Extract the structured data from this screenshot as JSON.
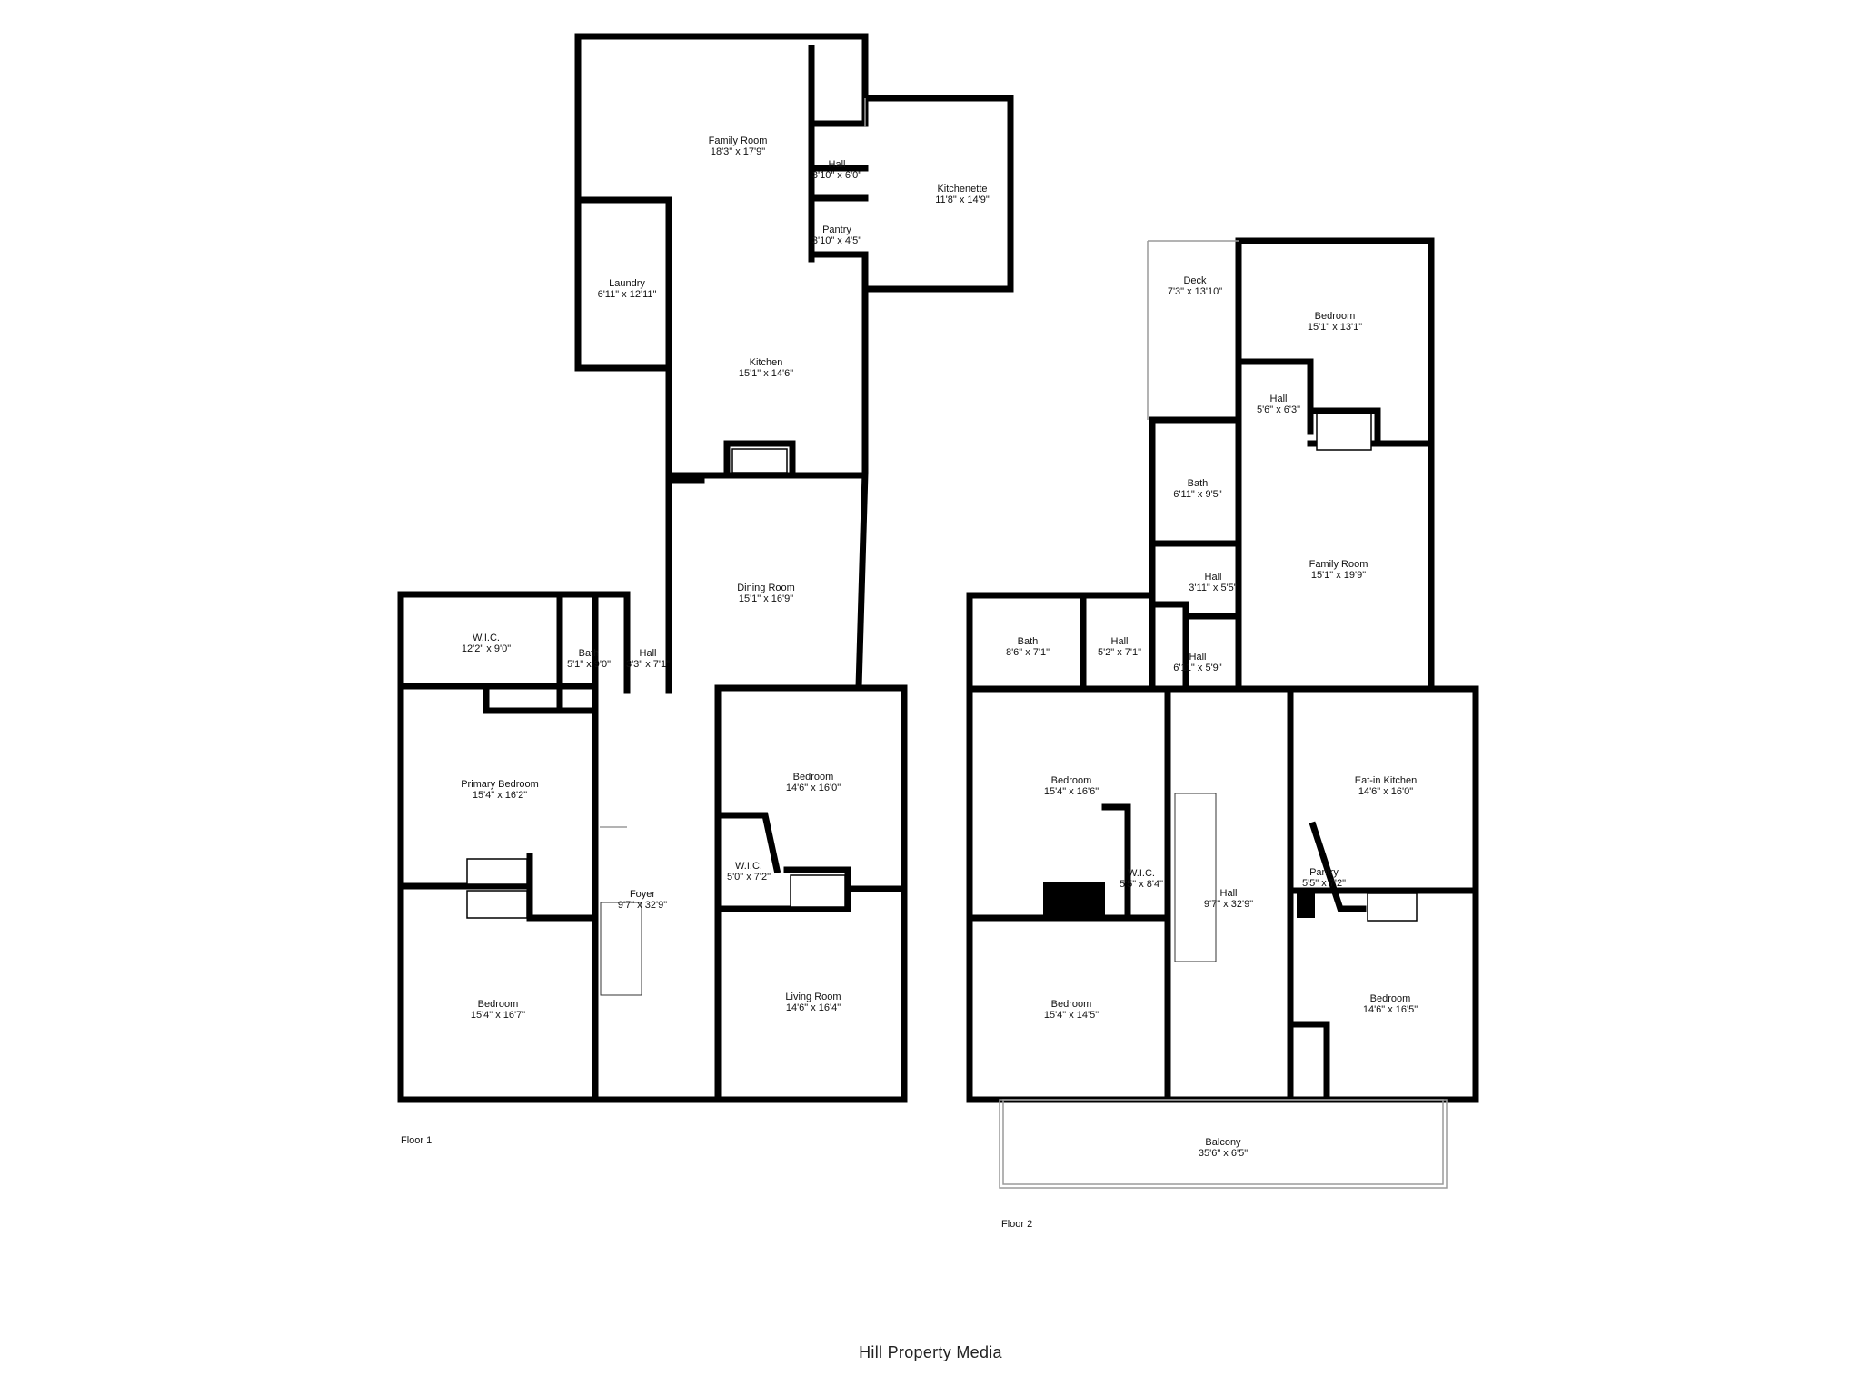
{
  "brand": "Hill Property Media",
  "floors": [
    {
      "label": "Floor 1",
      "rooms": [
        {
          "name": "Family Room",
          "size": "18'3\" x 17'9\""
        },
        {
          "name": "Hall",
          "size": "3'10\" x 6'0\""
        },
        {
          "name": "Pantry",
          "size": "3'10\" x 4'5\""
        },
        {
          "name": "Kitchenette",
          "size": "11'8\" x 14'9\""
        },
        {
          "name": "Laundry",
          "size": "6'11\" x 12'11\""
        },
        {
          "name": "Kitchen",
          "size": "15'1\" x 14'6\""
        },
        {
          "name": "Dining Room",
          "size": "15'1\" x 16'9\""
        },
        {
          "name": "W.I.C.",
          "size": "12'2\" x 9'0\""
        },
        {
          "name": "Bath",
          "size": "5'1\" x 9'0\""
        },
        {
          "name": "Hall",
          "size": "3'3\" x 7'1\""
        },
        {
          "name": "Primary Bedroom",
          "size": "15'4\" x 16'2\""
        },
        {
          "name": "Foyer",
          "size": "9'7\" x 32'9\""
        },
        {
          "name": "Bedroom",
          "size": "14'6\" x 16'0\""
        },
        {
          "name": "W.I.C.",
          "size": "5'0\" x 7'2\""
        },
        {
          "name": "Bedroom",
          "size": "15'4\" x 16'7\""
        },
        {
          "name": "Living Room",
          "size": "14'6\" x 16'4\""
        }
      ]
    },
    {
      "label": "Floor 2",
      "rooms": [
        {
          "name": "Deck",
          "size": "7'3\" x 13'10\""
        },
        {
          "name": "Bedroom",
          "size": "15'1\" x 13'1\""
        },
        {
          "name": "Hall",
          "size": "5'6\" x 6'3\""
        },
        {
          "name": "Bath",
          "size": "6'11\" x 9'5\""
        },
        {
          "name": "Family Room",
          "size": "15'1\" x 19'9\""
        },
        {
          "name": "Hall",
          "size": "3'11\" x 5'5\""
        },
        {
          "name": "Bath",
          "size": "8'6\" x 7'1\""
        },
        {
          "name": "Hall",
          "size": "5'2\" x 7'1\""
        },
        {
          "name": "Hall",
          "size": "6'11\" x 5'9\""
        },
        {
          "name": "Bedroom",
          "size": "15'4\" x 16'6\""
        },
        {
          "name": "Eat-in Kitchen",
          "size": "14'6\" x 16'0\""
        },
        {
          "name": "W.I.C.",
          "size": "5'5\" x 8'4\""
        },
        {
          "name": "Hall",
          "size": "9'7\" x 32'9\""
        },
        {
          "name": "Pantry",
          "size": "5'5\" x 7'2\""
        },
        {
          "name": "Bedroom",
          "size": "15'4\" x 14'5\""
        },
        {
          "name": "Bedroom",
          "size": "14'6\" x 16'5\""
        },
        {
          "name": "Balcony",
          "size": "35'6\" x 6'5\""
        }
      ]
    }
  ]
}
